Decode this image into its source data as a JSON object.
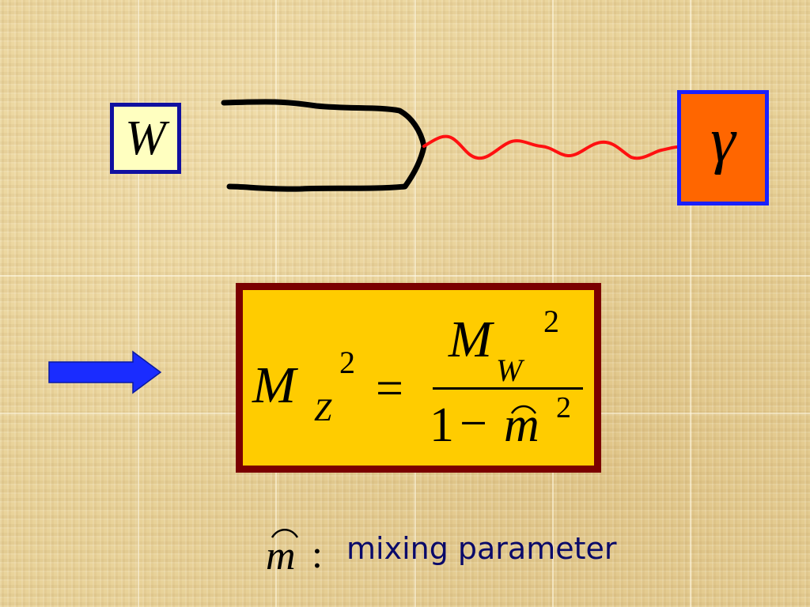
{
  "diagram": {
    "source_box": {
      "symbol": "W",
      "fill": "#ffffc0",
      "border": "#1010a0"
    },
    "target_box": {
      "symbol": "γ",
      "fill": "#ff6600",
      "border": "#1a20ff"
    },
    "loop_color": "#000000",
    "wavy_line_color": "#ff1010",
    "arrow_color": "#1a2cff"
  },
  "formula": {
    "lhs_symbol": "M",
    "lhs_subscript": "Z",
    "lhs_exponent": "2",
    "equals": "=",
    "numerator_symbol": "M",
    "numerator_subscript": "W",
    "numerator_exponent": "2",
    "denominator_one": "1",
    "denominator_minus": "−",
    "denominator_symbol": "m",
    "denominator_exponent": "2",
    "box_fill": "#ffcc00",
    "box_border": "#7a0000"
  },
  "legend": {
    "symbol": "m",
    "colon": ":",
    "text": "mixing parameter"
  }
}
